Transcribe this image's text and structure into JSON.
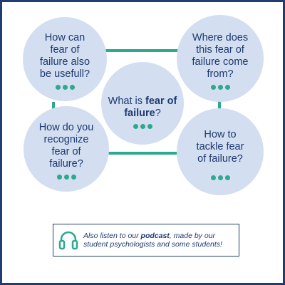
{
  "center": {
    "prefix": "What is ",
    "bold": "fear of failure",
    "suffix": "?"
  },
  "bubbles": {
    "top_left": "How can\nfear of\nfailure also\nbe usefull?",
    "top_right": "Where does\nthis fear of\nfailure come\nfrom?",
    "bottom_left": "How do you\nrecognize\nfear of\nfailure?",
    "bottom_right": "How to\ntackle fear\nof failure?"
  },
  "podcast": {
    "icon": "headphones-icon",
    "prefix": "Also listen to our ",
    "bold": "podcast",
    "suffix": ", made by our student psychologists and some students!"
  },
  "colors": {
    "border": "#1f3d73",
    "bubble": "#d3def0",
    "text": "#1d3a70",
    "accent": "#2ea88e"
  }
}
